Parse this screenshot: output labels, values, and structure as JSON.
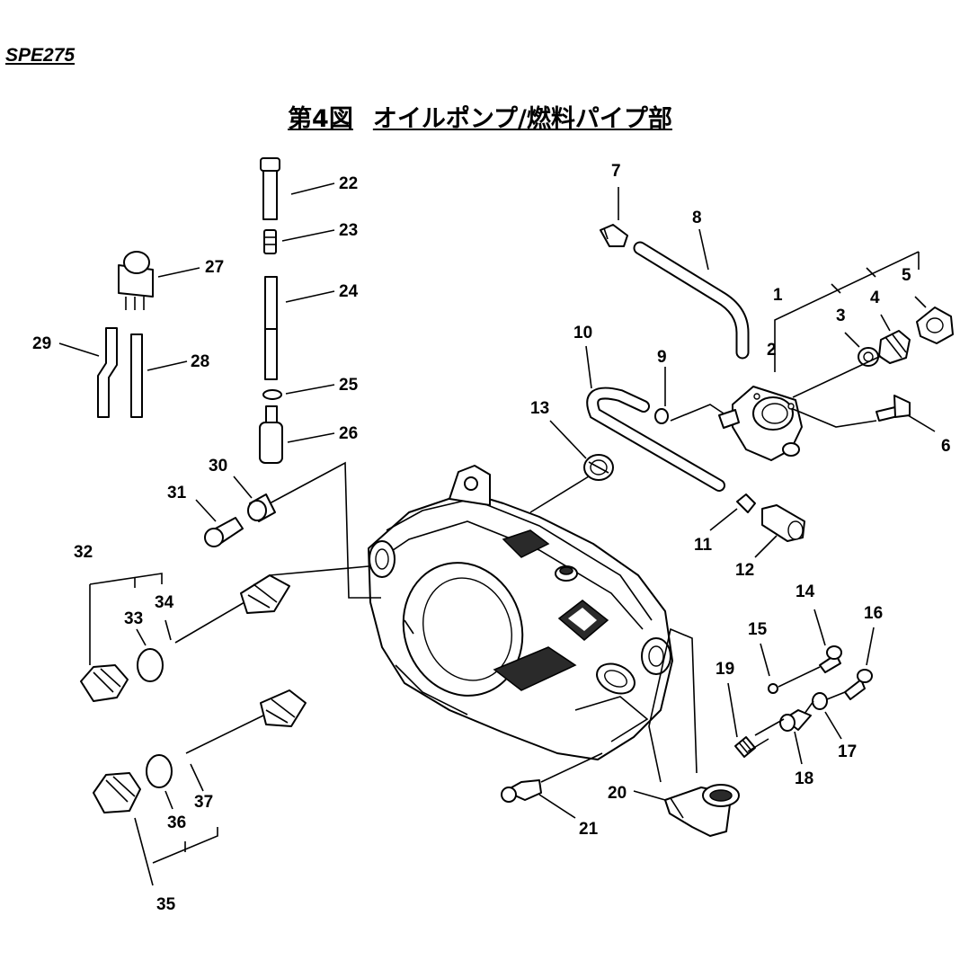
{
  "header": {
    "model": "SPE275",
    "title_prefix": "第4図",
    "title_main": "オイルポンプ/燃料パイプ部"
  },
  "callouts": [
    "1",
    "2",
    "3",
    "4",
    "5",
    "6",
    "7",
    "8",
    "9",
    "10",
    "11",
    "12",
    "13",
    "14",
    "15",
    "16",
    "17",
    "18",
    "19",
    "20",
    "21",
    "22",
    "23",
    "24",
    "25",
    "26",
    "27",
    "28",
    "29",
    "30",
    "31",
    "32",
    "33",
    "34",
    "35",
    "36",
    "37"
  ]
}
